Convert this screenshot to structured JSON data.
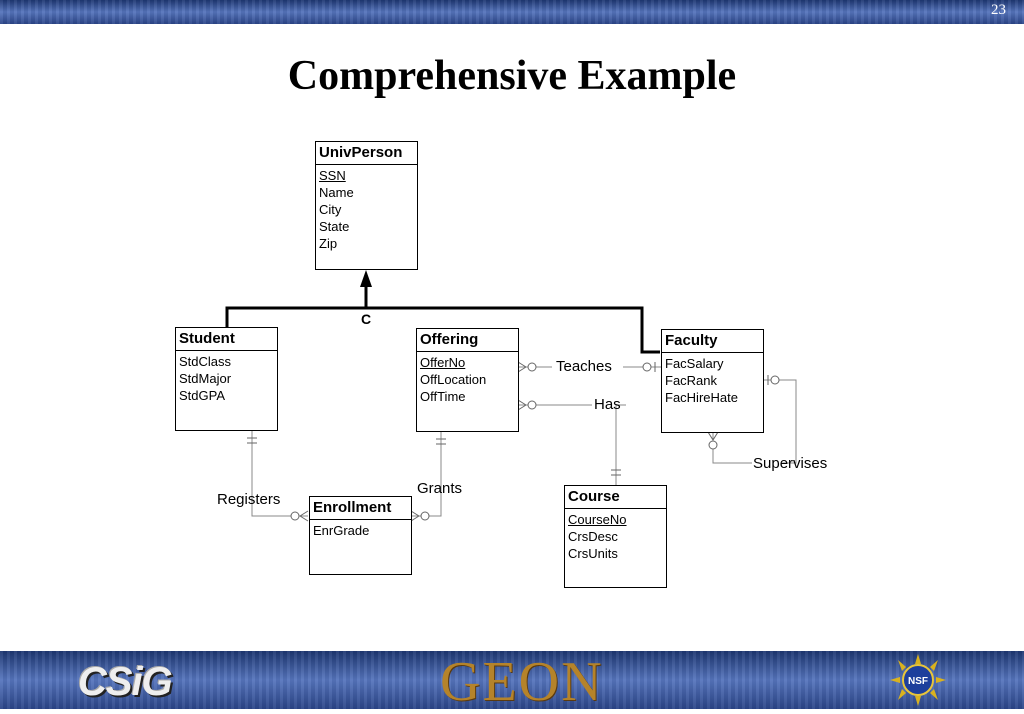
{
  "slide": {
    "page_number": "23",
    "title": "Comprehensive Example"
  },
  "entities": {
    "univperson": {
      "name": "UnivPerson",
      "attributes": [
        {
          "text": "SSN",
          "pk": true
        },
        {
          "text": "Name"
        },
        {
          "text": "City"
        },
        {
          "text": "State"
        },
        {
          "text": "Zip"
        }
      ]
    },
    "student": {
      "name": "Student",
      "attributes": [
        {
          "text": "StdClass"
        },
        {
          "text": "StdMajor"
        },
        {
          "text": "StdGPA"
        }
      ]
    },
    "offering": {
      "name": "Offering",
      "attributes": [
        {
          "text": "OfferNo",
          "pk": true
        },
        {
          "text": "OffLocation"
        },
        {
          "text": "OffTime"
        }
      ]
    },
    "faculty": {
      "name": "Faculty",
      "attributes": [
        {
          "text": "FacSalary"
        },
        {
          "text": "FacRank"
        },
        {
          "text": "FacHireHate"
        }
      ]
    },
    "enrollment": {
      "name": "Enrollment",
      "attributes": [
        {
          "text": "EnrGrade"
        }
      ]
    },
    "course": {
      "name": "Course",
      "attributes": [
        {
          "text": "CourseNo",
          "pk": true
        },
        {
          "text": "CrsDesc"
        },
        {
          "text": "CrsUnits"
        }
      ]
    }
  },
  "relationships": {
    "teaches": "Teaches",
    "has": "Has",
    "supervises": "Supervises",
    "registers": "Registers",
    "grants": "Grants"
  },
  "generalization": {
    "constraint": "C"
  },
  "logos": {
    "left": "CSiG",
    "center": "GEON",
    "right": "NSF"
  }
}
